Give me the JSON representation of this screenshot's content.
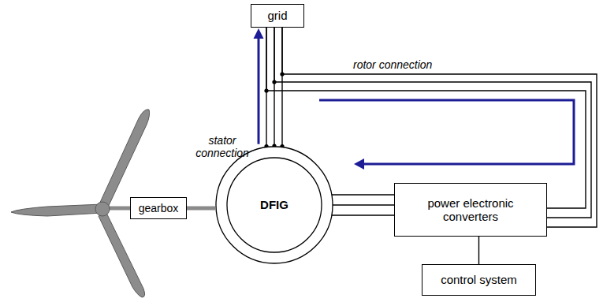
{
  "diagram": {
    "nodes": [
      {
        "text": [
          "grid"
        ]
      },
      {
        "text": [
          "DFIG"
        ]
      },
      {
        "text": [
          "gearbox"
        ]
      },
      {
        "text": [
          "power electronic converters"
        ]
      },
      {
        "text": [
          "control system"
        ]
      }
    ],
    "edges": [
      {
        "from": 0,
        "to": 1,
        "arrow": "none"
      },
      {
        "from": 1,
        "to": 0,
        "arrow": "to"
      },
      {
        "from": 0,
        "to": 3,
        "arrow": "none"
      },
      {
        "from": 1,
        "to": 3,
        "arrow": "none"
      },
      {
        "from": 3,
        "to": 4,
        "arrow": "none"
      },
      {
        "from": 2,
        "to": 1,
        "arrow": "none"
      }
    ],
    "labels": [
      "rotor connection",
      "stator connection"
    ]
  }
}
